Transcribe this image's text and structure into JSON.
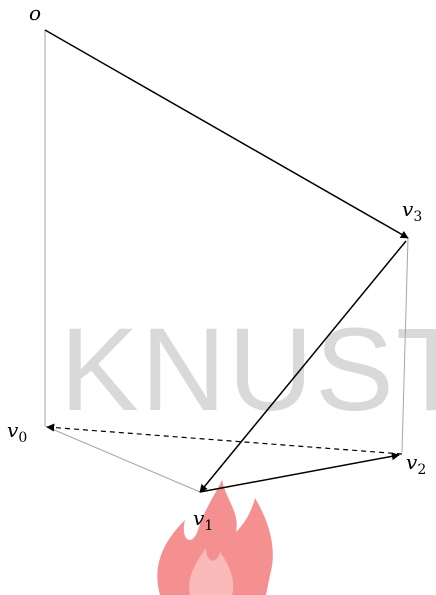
{
  "watermark": {
    "text": "KNUST",
    "text_color": "#d9d9d9",
    "flame_color": "#f26b6b"
  },
  "colors": {
    "main_line": "#000000",
    "light_line": "#a6a6a6",
    "label": "#000000"
  },
  "labels": {
    "o": "o",
    "v0": {
      "base": "v",
      "sub": "0"
    },
    "v1": {
      "base": "v",
      "sub": "1"
    },
    "v2": {
      "base": "v",
      "sub": "2"
    },
    "v3": {
      "base": "v",
      "sub": "3"
    }
  }
}
